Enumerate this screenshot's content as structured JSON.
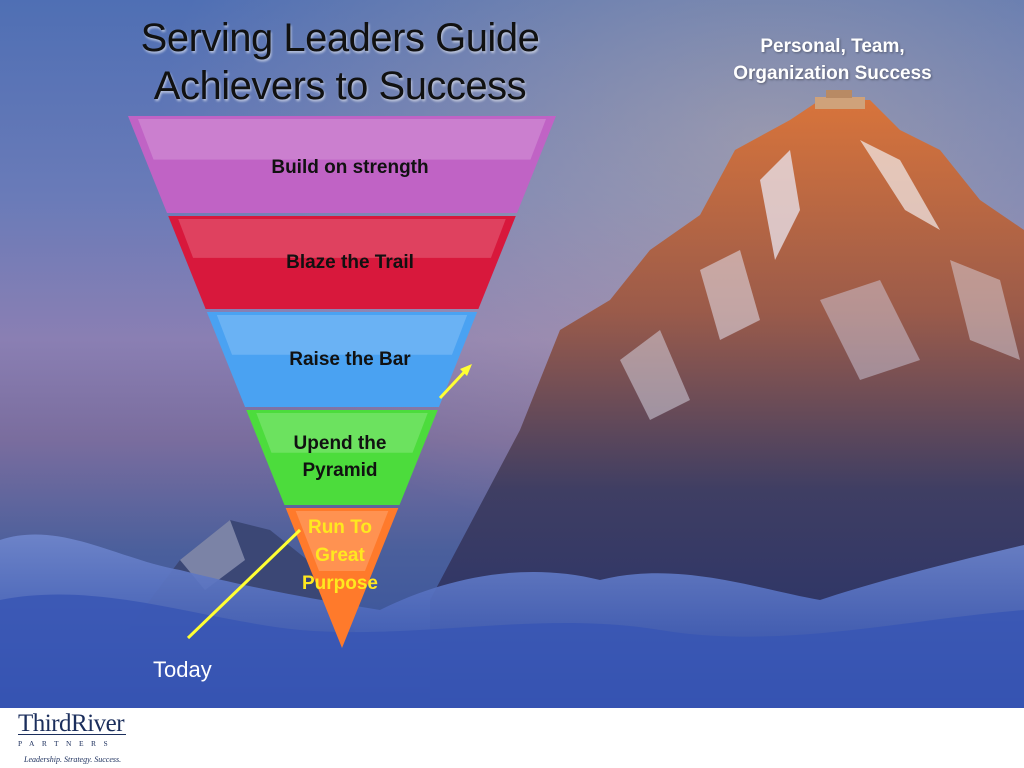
{
  "slide": {
    "title_line1": "Serving Leaders Guide",
    "title_line2": "Achievers to Success",
    "subtitle_line1": "Personal, Team,",
    "subtitle_line2": "Organization Success",
    "start_label": "Today"
  },
  "funnel": {
    "layers": [
      {
        "lines": [
          "Build on strength"
        ],
        "color": "#c063c5"
      },
      {
        "lines": [
          "Blaze the Trail"
        ],
        "color": "#d8183c"
      },
      {
        "lines": [
          "Raise the Bar"
        ],
        "color": "#4aa2f2"
      },
      {
        "lines": [
          "Upend the",
          "Pyramid"
        ],
        "color": "#4cdc3c"
      },
      {
        "lines": [
          "Run To",
          "Great",
          "Purpose"
        ],
        "color": "#ff7a2b"
      }
    ]
  },
  "arrow": {
    "color": "#ffff33"
  },
  "logo": {
    "name": "ThirdRiver",
    "sub": "PARTNERS",
    "tagline": "Leadership. Strategy. Success."
  }
}
